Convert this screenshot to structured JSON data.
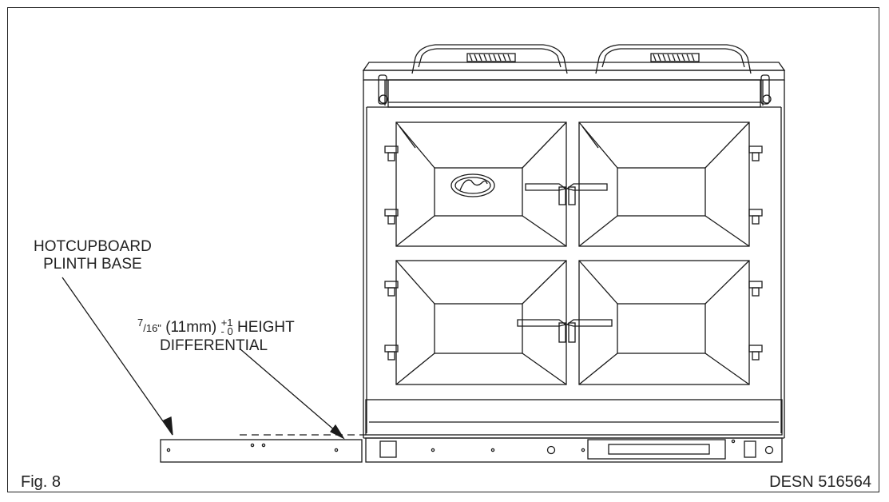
{
  "labels": {
    "hotcupboard_line1": "HOTCUPBOARD",
    "hotcupboard_line2": "PLINTH BASE",
    "diff_frac_num": "7",
    "diff_frac_den": "/16\"",
    "diff_mm": " (11mm) ",
    "diff_tol_plus": "+1",
    "diff_tol_minus": "- 0",
    "diff_height": " HEIGHT",
    "diff_line2": "DIFFERENTIAL",
    "figure_number": "Fig. 8",
    "design_number": "DESN 516564"
  },
  "colors": {
    "line": "#1a1a1a",
    "background": "#ffffff"
  }
}
